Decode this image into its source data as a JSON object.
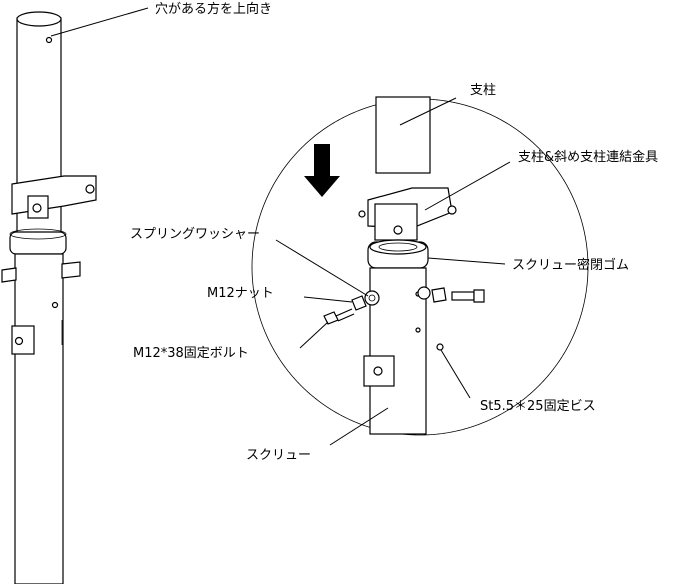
{
  "labels": {
    "hole_up": "穴がある方を上向き",
    "post": "支柱",
    "connector": "支柱&斜め支柱連結金具",
    "spring_washer": "スプリングワッシャー",
    "seal_rubber": "スクリュー密閉ゴム",
    "nut": "M12ナット",
    "bolt": "M12*38固定ボルト",
    "screw_pin": "St5.5＊25固定ビス",
    "screw": "スクリュー"
  }
}
